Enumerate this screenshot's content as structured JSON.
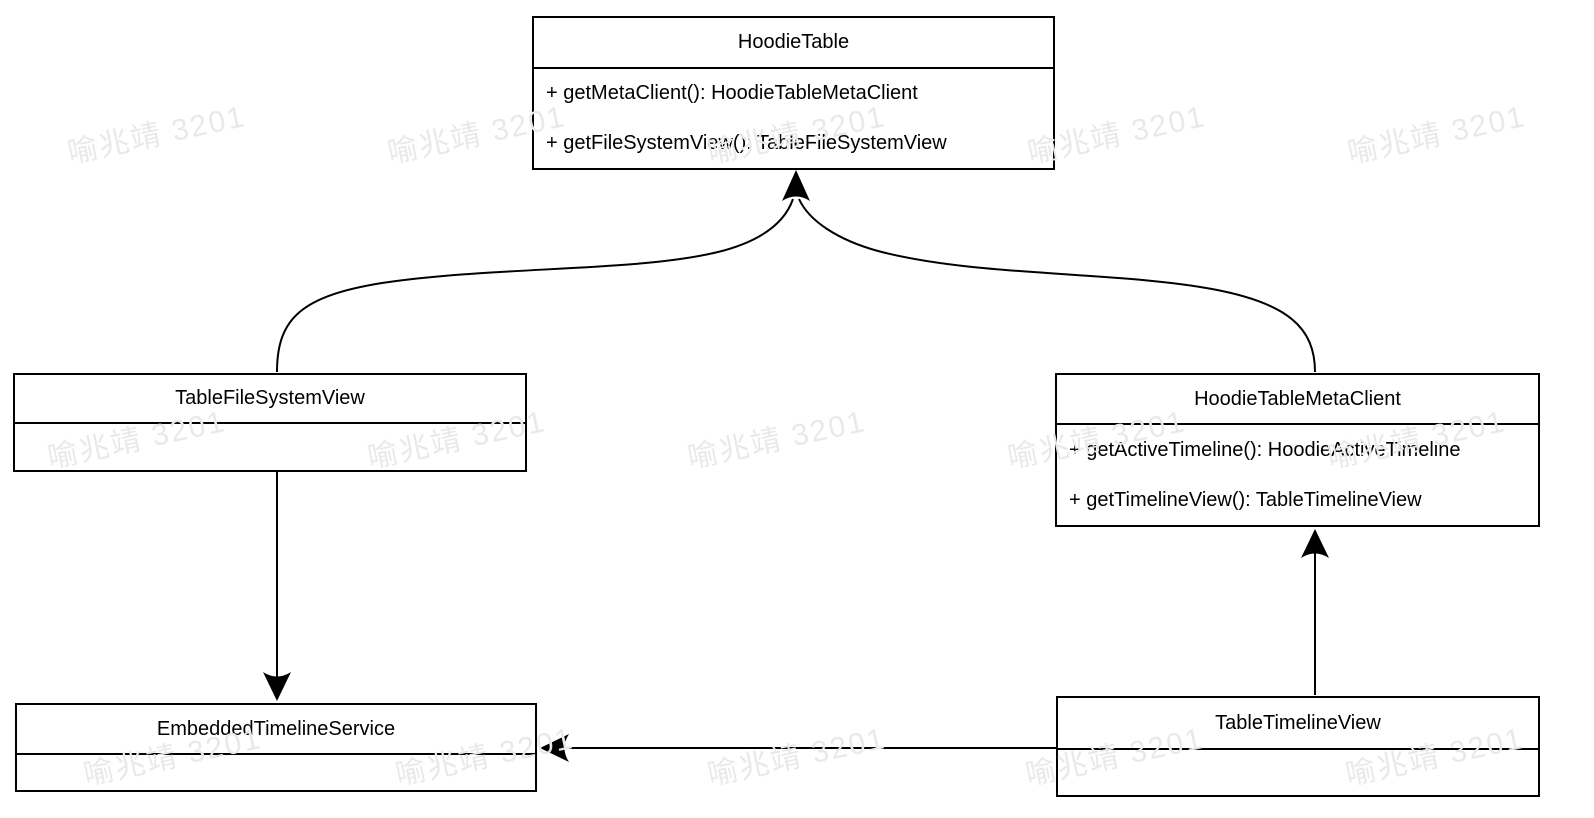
{
  "watermark": {
    "text": "喻兆靖 3201",
    "color": "#e9e9e9"
  },
  "diagram": {
    "line_color": "#000000",
    "box_fill": "#ffffff",
    "classes": {
      "hoodieTable": {
        "name": "HoodieTable",
        "methods": [
          "+ getMetaClient(): HoodieTableMetaClient",
          "+ getFileSystemView(): TableFileSystemView"
        ]
      },
      "tableFileSystemView": {
        "name": "TableFileSystemView",
        "methods": []
      },
      "hoodieTableMetaClient": {
        "name": "HoodieTableMetaClient",
        "methods": [
          "+ getActiveTimeline(): HoodieActiveTimeline",
          "+ getTimelineView(): TableTimelineView"
        ]
      },
      "embeddedTimelineService": {
        "name": "EmbeddedTimelineService",
        "methods": []
      },
      "tableTimelineView": {
        "name": "TableTimelineView",
        "methods": []
      }
    },
    "relations": [
      {
        "from": "TableFileSystemView",
        "to": "HoodieTable",
        "style": "curved, filled arrowhead at HoodieTable bottom"
      },
      {
        "from": "HoodieTableMetaClient",
        "to": "HoodieTable",
        "style": "curved, filled arrowhead at HoodieTable bottom (merged with left curve)"
      },
      {
        "from": "TableFileSystemView",
        "to": "EmbeddedTimelineService",
        "style": "vertical, filled arrowhead pointing down"
      },
      {
        "from": "TableTimelineView",
        "to": "HoodieTableMetaClient",
        "style": "vertical, filled arrowhead pointing up"
      },
      {
        "from": "TableTimelineView",
        "to": "EmbeddedTimelineService",
        "style": "horizontal, filled arrowhead pointing left"
      }
    ]
  }
}
